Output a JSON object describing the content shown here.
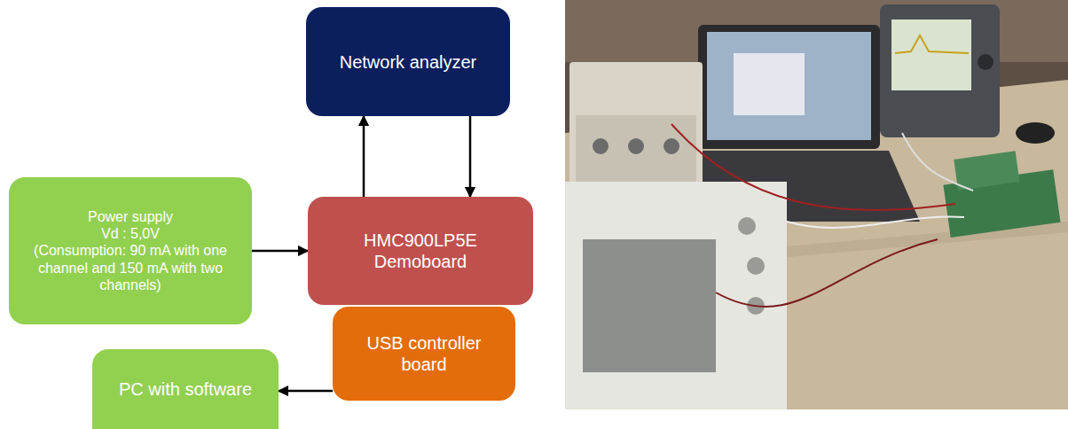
{
  "diagram": {
    "nodes": [
      {
        "text": [
          "Network analyzer"
        ]
      },
      {
        "text": [
          "Power supply",
          "Vd : 5,0V",
          "(Consumption: 90 mA with one channel and 150 mA with two channels)"
        ]
      },
      {
        "text": [
          "HMC900LP5E Demoboard"
        ]
      },
      {
        "text": [
          "USB controller board"
        ]
      },
      {
        "text": [
          "PC with software"
        ]
      }
    ],
    "edges": [
      {
        "from": 2,
        "to": 0,
        "arrow": "to"
      },
      {
        "from": 0,
        "to": 2,
        "arrow": "to"
      },
      {
        "from": 1,
        "to": 2,
        "arrow": "to"
      },
      {
        "from": 3,
        "to": 4,
        "arrow": "to"
      }
    ]
  }
}
